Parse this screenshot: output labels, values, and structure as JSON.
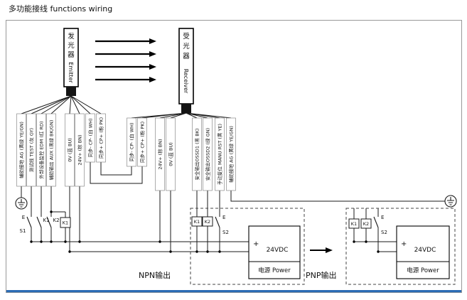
{
  "title": "多功能接线 functions wiring",
  "colors": {
    "accent_blue": "#2b6cb5"
  },
  "emitter": {
    "cn": [
      "发",
      "光",
      "器"
    ],
    "en": "Emitter"
  },
  "receiver": {
    "cn": [
      "受",
      "光",
      "器"
    ],
    "en": "Receiver"
  },
  "wires": {
    "emitter": [
      "辅助接地 AG (黄绿 YE/GN)",
      "测试线 TEST (灰 GY)",
      "外部设备监控 EDM (红 RD)",
      "辅助输出 AUX (黑绿 BK/GN)",
      "0V (蓝 BU)",
      "24V+ (棕 BN)",
      "同步- CP- (白 WH)",
      "同步+ CP+ (粉 PK)"
    ],
    "receiver": [
      "同步- CP- (白 WH)",
      "同步+ CP+ (粉 PK)",
      "24V+ (棕 BN)",
      "0V (蓝 BU)",
      "安全输出OSSD1 (黑 BK)",
      "安全输出OSSD2 (绿 GN)",
      "手动复位 MANU RST (黄 YE)",
      "辅助接地 AG (黄绿 YE/GN)"
    ]
  },
  "components": {
    "e": "E",
    "s1": "S1",
    "s2": "S2",
    "k1": "K1",
    "k2": "K2"
  },
  "sections": {
    "npn": "NPN输出",
    "pnp": "PNP输出"
  },
  "power": {
    "plus": "+",
    "voltage": "24VDC",
    "label": "电源 Power"
  }
}
